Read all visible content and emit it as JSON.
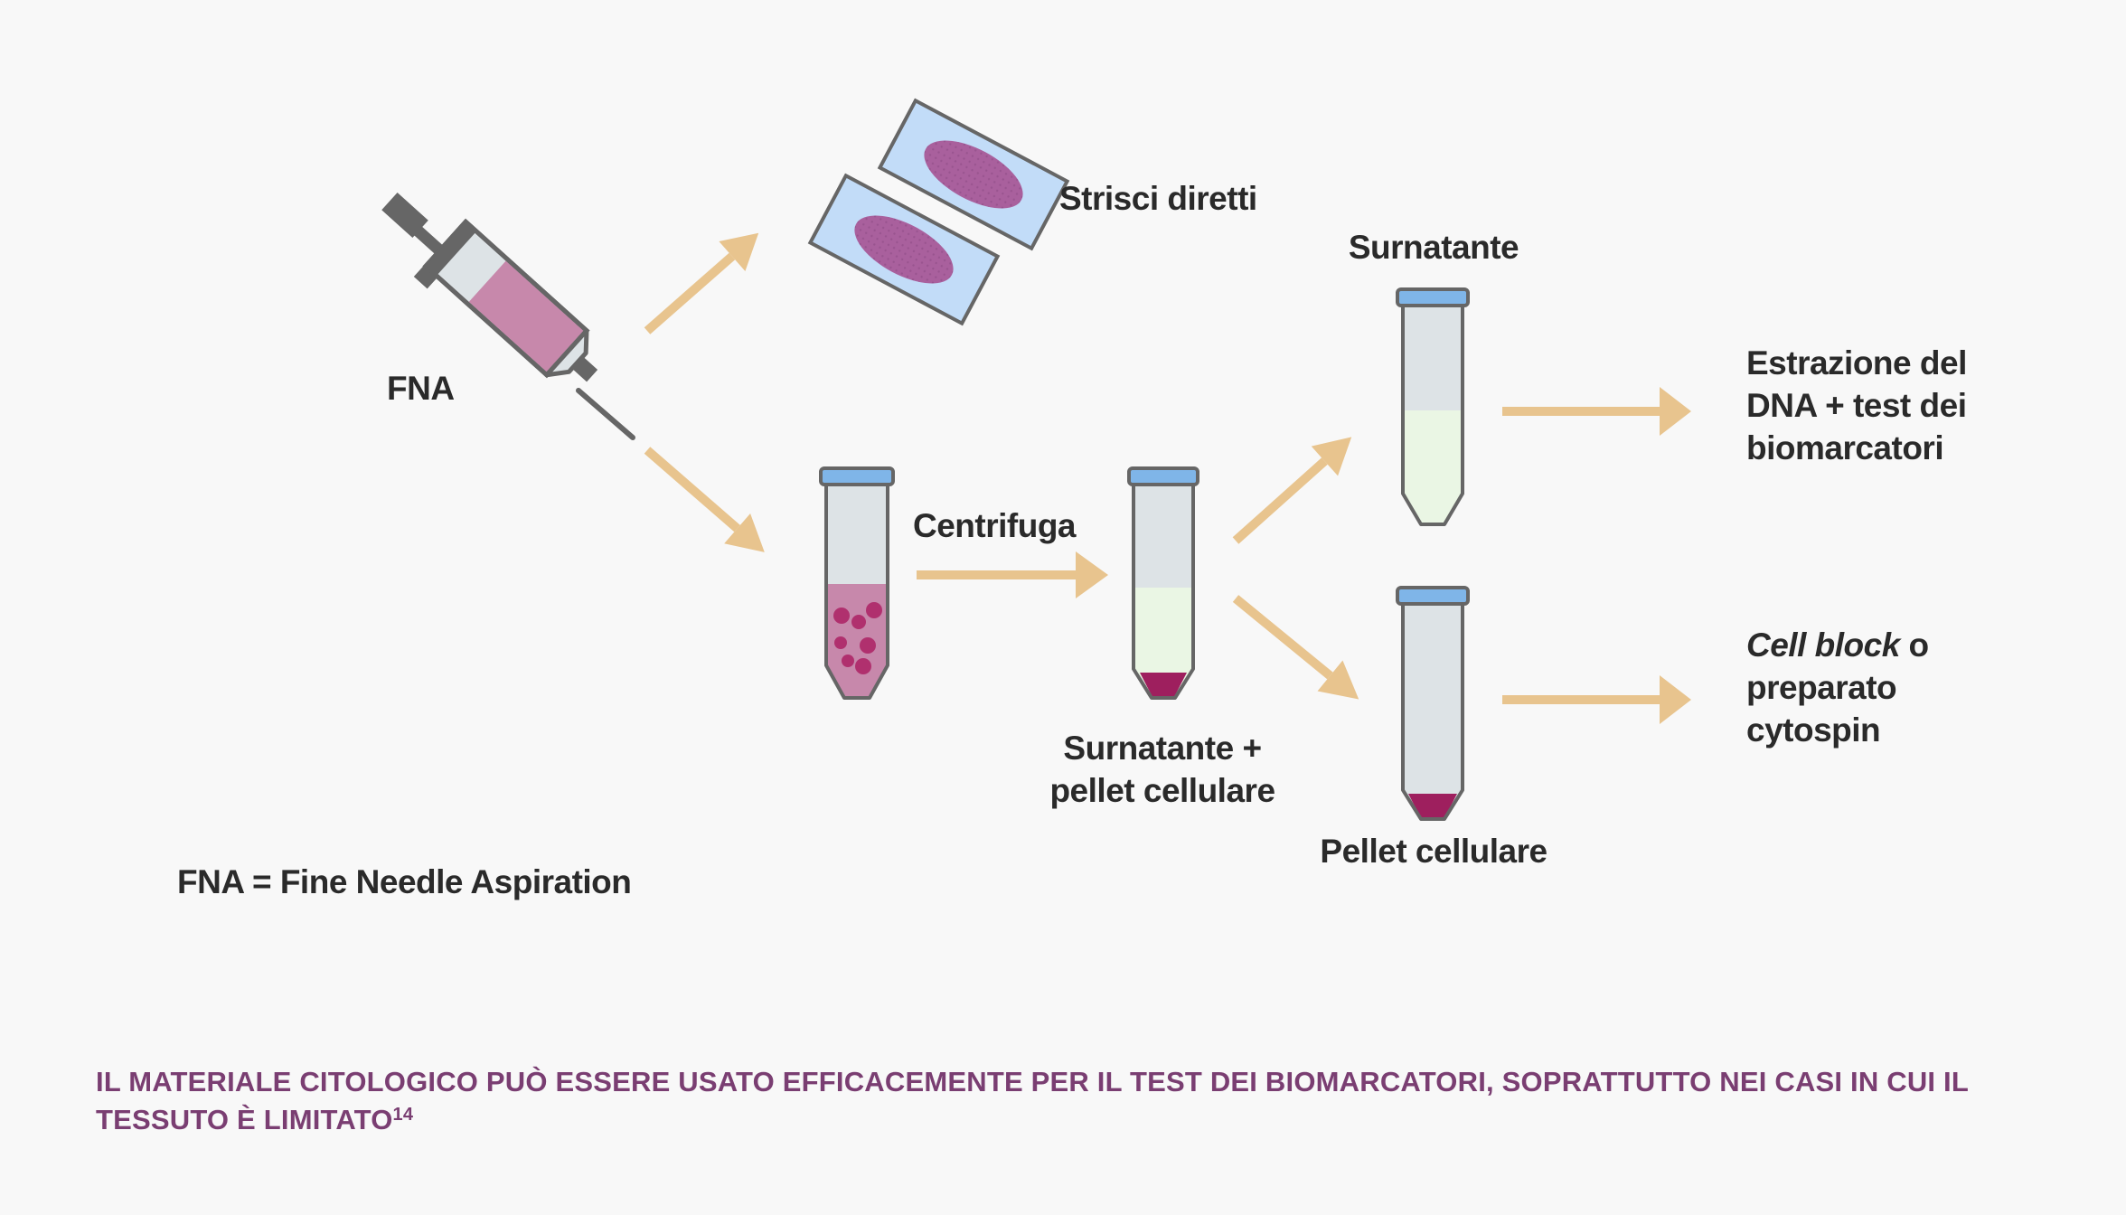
{
  "labels": {
    "fna": "FNA",
    "strisci": "Strisci diretti",
    "centrifuga": "Centrifuga",
    "surnatante_pellet_line1": "Surnatante +",
    "surnatante_pellet_line2": "pellet cellulare",
    "surnatante": "Surnatante",
    "pellet": "Pellet cellulare",
    "estrazione_line1": "Estrazione del",
    "estrazione_line2": "DNA + test dei",
    "estrazione_line3": "biomarcatori",
    "cellblock_italic": "Cell block",
    "cellblock_rest": " o",
    "cellblock_line2": "preparato",
    "cellblock_line3": "cytospin",
    "legend": "FNA = Fine Needle Aspiration"
  },
  "footnote": {
    "text": "IL MATERIALE CITOLOGICO PUÒ ESSERE USATO EFFICACEMENTE PER IL TEST DEI BIOMARCATORI, SOPRATTUTTO NEI CASI IN CUI IL TESSUTO È LIMITATO",
    "ref": "14"
  },
  "colors": {
    "background": "#f8f8f8",
    "arrow": "#e8c48e",
    "tube_glass": "#dde3e6",
    "tube_outline": "#666666",
    "cap": "#7fb5e8",
    "sample_pink": "#c788ab",
    "cell_dots": "#b0306e",
    "supernatant": "#eaf6e4",
    "pellet": "#9e1f5e",
    "slide": "#c2dcf8",
    "smear": "#a9609d",
    "footnote": "#7a3e72"
  }
}
